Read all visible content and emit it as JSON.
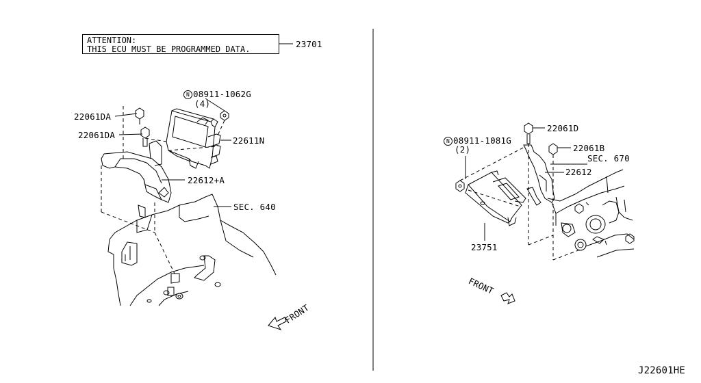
{
  "attention": {
    "line1": "ATTENTION:",
    "line2": "THIS ECU MUST BE PROGRAMMED DATA.",
    "part": "23701"
  },
  "left": {
    "nut_symbol": "N",
    "nut_part": "08911-1062G",
    "nut_qty": "(4)",
    "bolt_upper": "22061DA",
    "bolt_lower": "22061DA",
    "ecu": "22611N",
    "bracket": "22612+A",
    "section": "SEC. 640",
    "front": "FRONT"
  },
  "right": {
    "nut_symbol": "N",
    "nut_part": "08911-1081G",
    "nut_qty": "(2)",
    "bolt": "22061D",
    "nut": "22061B",
    "bracket": "22612",
    "section": "SEC. 670",
    "module": "23751",
    "front": "FRONT"
  },
  "diagram_id": "J22601HE"
}
